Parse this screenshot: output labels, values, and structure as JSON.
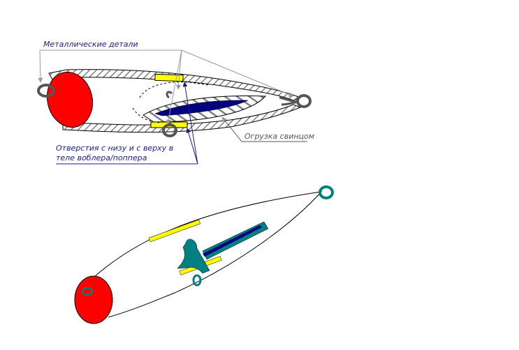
{
  "labels": {
    "metal_parts": "Металлические детали",
    "lead_ballast": "Огрузка свинцом",
    "holes_line1": "Отверстия с низу и с верху в",
    "holes_line2": "теле воблера/поппера"
  },
  "colors": {
    "head": "#ff0000",
    "insert": "#ffff00",
    "lead": "#000080",
    "frame": "#008080",
    "hatch": "#808080",
    "leader": "#999999",
    "outline": "#000000"
  }
}
